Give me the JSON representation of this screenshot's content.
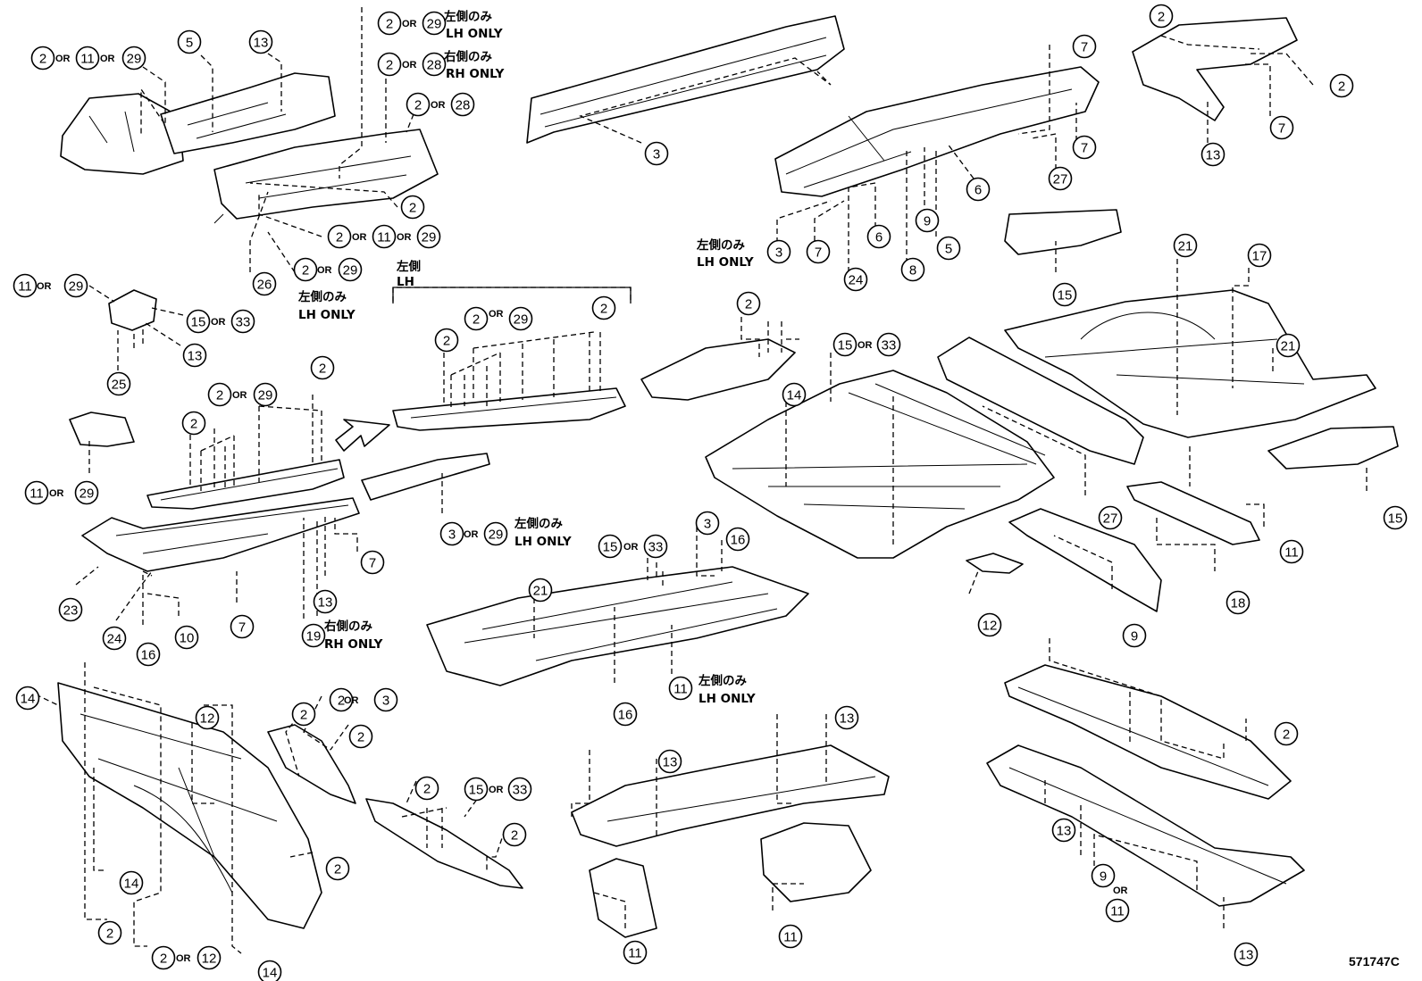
{
  "diagram_code": "571747C",
  "or_text": "OR",
  "lh_only_jp": "左側のみ",
  "lh_only_en": "LH ONLY",
  "rh_only_jp": "右側のみ",
  "rh_only_en": "RH ONLY",
  "lh_jp": "左側",
  "lh_en": "LH",
  "callout_numbers": [
    "2",
    "3",
    "5",
    "6",
    "7",
    "8",
    "9",
    "10",
    "11",
    "12",
    "13",
    "14",
    "15",
    "16",
    "17",
    "18",
    "19",
    "21",
    "23",
    "24",
    "25",
    "26",
    "27",
    "28",
    "29",
    "33"
  ],
  "icons": [
    "direction-arrow-icon"
  ]
}
